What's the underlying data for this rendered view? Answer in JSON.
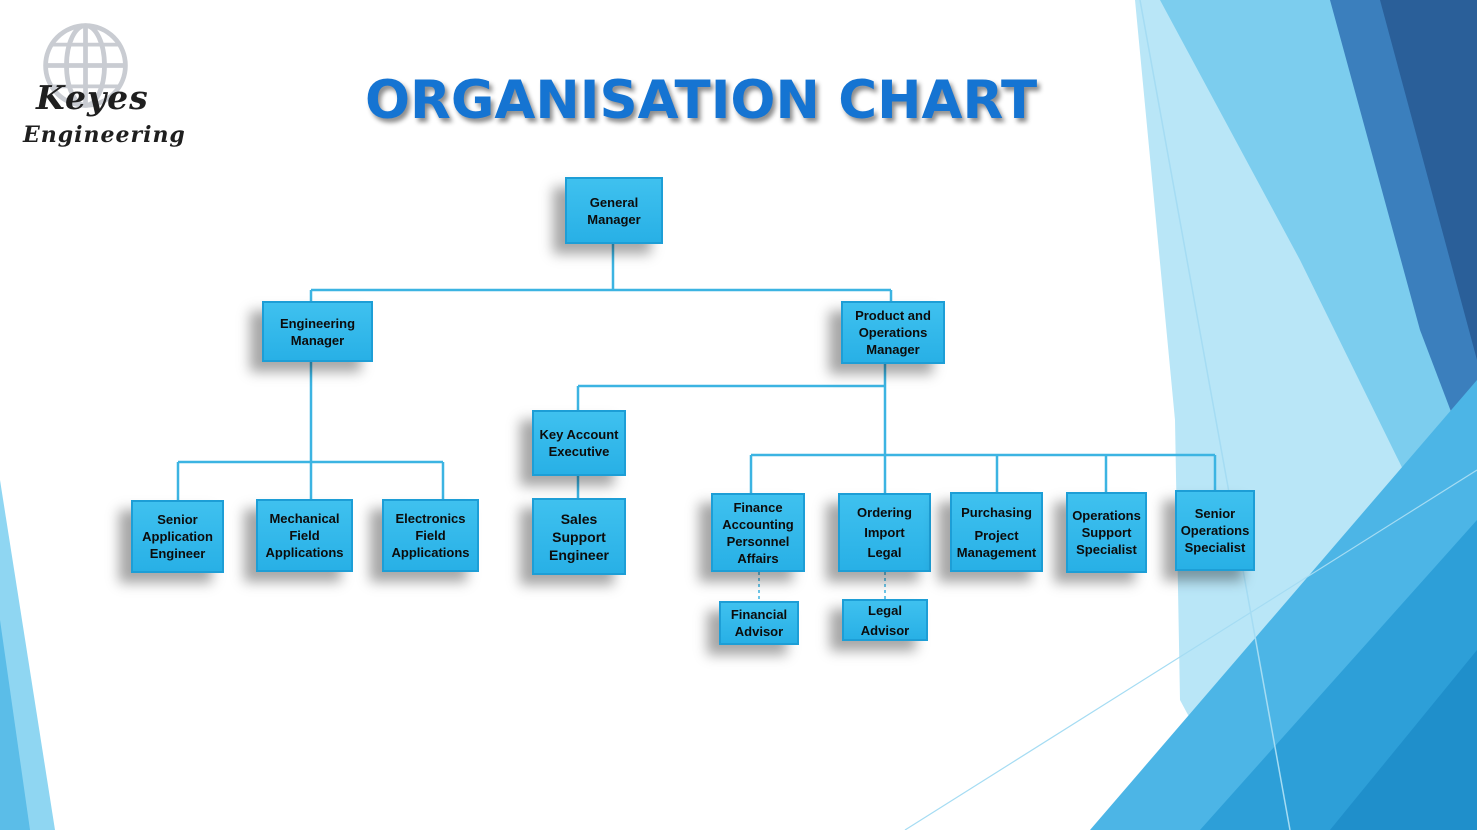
{
  "title": "ORGANISATION CHART",
  "logo": {
    "line1": "Keyes",
    "line2": "Engineering"
  },
  "colors": {
    "box_fill": "#3fc1ef",
    "box_border": "#1d9ed6",
    "connector": "#3cb4e2",
    "title": "#1574d2",
    "decor_dark": "#2d6aa8",
    "decor_light": "#8fd6f2"
  },
  "nodes": {
    "general_manager": [
      "General",
      "Manager"
    ],
    "engineering_manager": [
      "Engineering",
      "Manager"
    ],
    "product_ops_manager": [
      "Product and",
      "Operations",
      "Manager"
    ],
    "key_account_executive": [
      "Key Account",
      "Executive"
    ],
    "sales_support_engineer": [
      "Sales Support",
      "Engineer"
    ],
    "senior_application_engineer": [
      "Senior",
      "Application",
      "Engineer"
    ],
    "mechanical_field_applications": [
      "Mechanical",
      "Field",
      "Applications"
    ],
    "electronics_field_applications": [
      "Electronics",
      "Field",
      "Applications"
    ],
    "finance": [
      "Finance",
      "Accounting",
      "Personnel",
      "Affairs"
    ],
    "ordering": [
      "Ordering",
      "Import",
      "Legal"
    ],
    "purchasing": [
      "Purchasing",
      "Project",
      "Management"
    ],
    "operations_support": [
      "Operations",
      "Support",
      "Specialist"
    ],
    "senior_operations": [
      "Senior",
      "Operations",
      "Specialist"
    ],
    "financial_advisor": [
      "Financial",
      "Advisor"
    ],
    "legal_advisor": [
      "Legal",
      "Advisor"
    ]
  }
}
